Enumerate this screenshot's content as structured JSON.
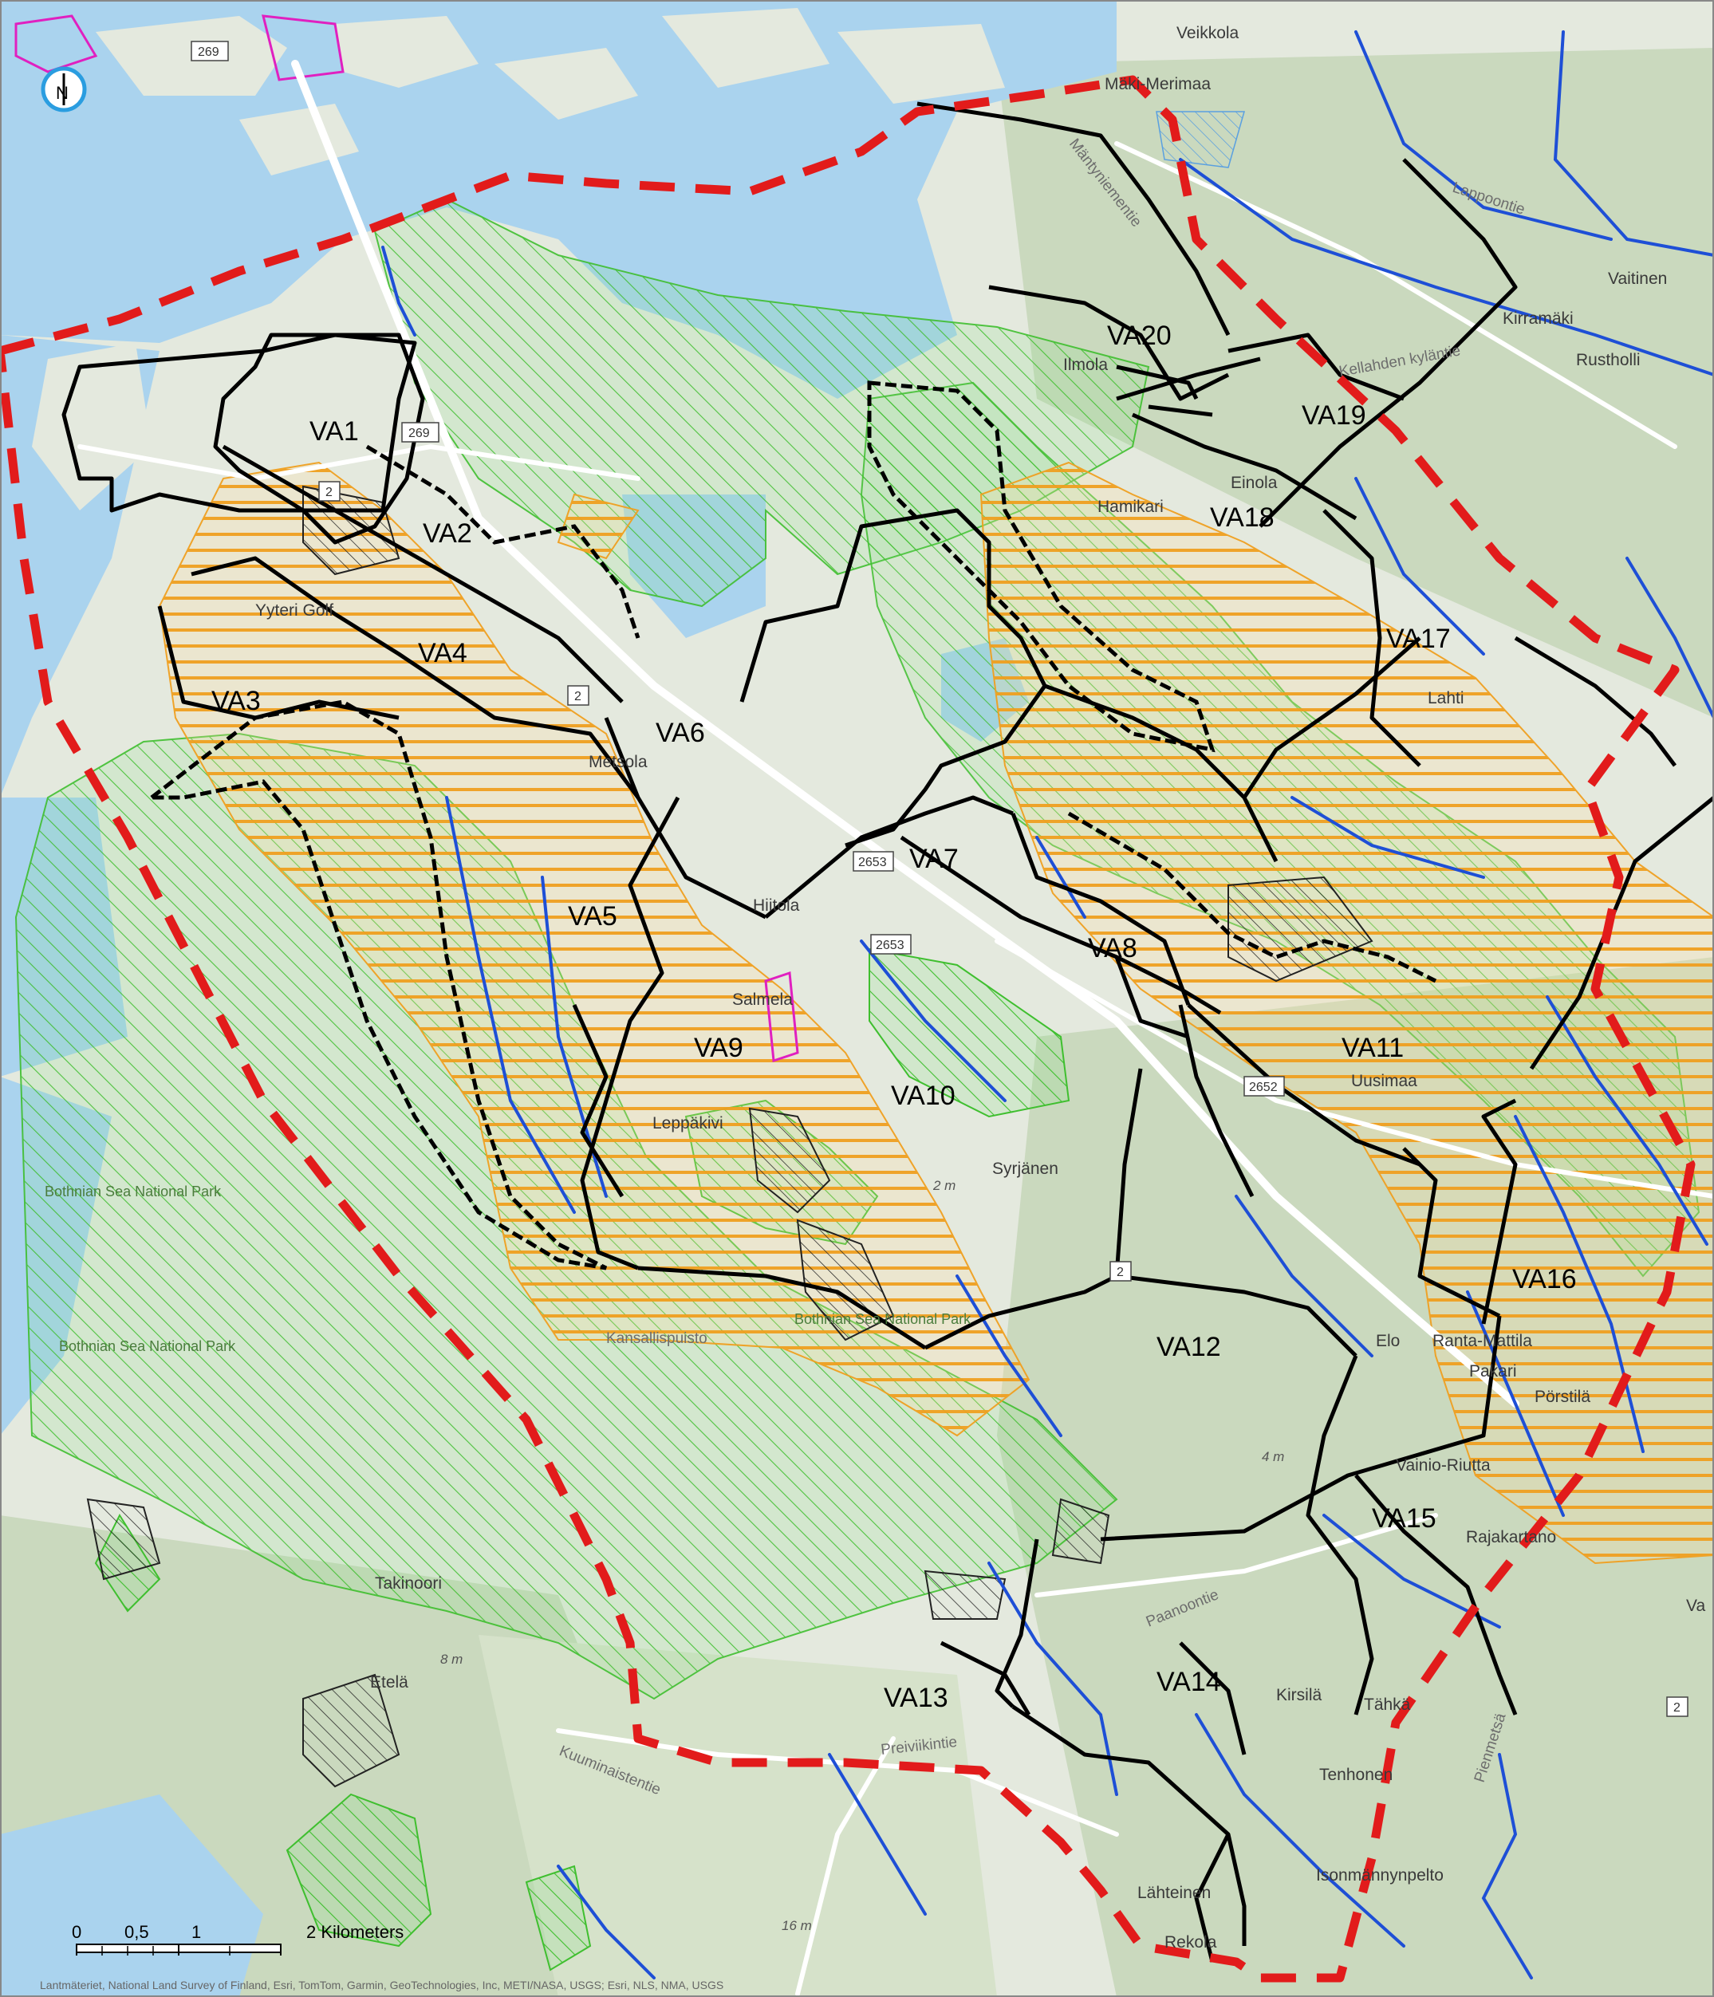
{
  "north_arrow": {
    "label": "N"
  },
  "zones": [
    {
      "id": "va1",
      "label": "VA1"
    },
    {
      "id": "va2",
      "label": "VA2"
    },
    {
      "id": "va3",
      "label": "VA3"
    },
    {
      "id": "va4",
      "label": "VA4"
    },
    {
      "id": "va5",
      "label": "VA5"
    },
    {
      "id": "va6",
      "label": "VA6"
    },
    {
      "id": "va7",
      "label": "VA7"
    },
    {
      "id": "va8",
      "label": "VA8"
    },
    {
      "id": "va9",
      "label": "VA9"
    },
    {
      "id": "va10",
      "label": "VA10"
    },
    {
      "id": "va11",
      "label": "VA11"
    },
    {
      "id": "va12",
      "label": "VA12"
    },
    {
      "id": "va13",
      "label": "VA13"
    },
    {
      "id": "va14",
      "label": "VA14"
    },
    {
      "id": "va15",
      "label": "VA15"
    },
    {
      "id": "va16",
      "label": "VA16"
    },
    {
      "id": "va17",
      "label": "VA17"
    },
    {
      "id": "va18",
      "label": "VA18"
    },
    {
      "id": "va19",
      "label": "VA19"
    },
    {
      "id": "va20",
      "label": "VA20"
    }
  ],
  "places": [
    "Veikkola",
    "Mäki-Merimaa",
    "Vaitinen",
    "Kirramäki",
    "Rustholli",
    "Ilmola",
    "Einola",
    "Hamikari",
    "Lahti",
    "Metsola",
    "Hiitola",
    "Salmela",
    "Leppäkivi",
    "Syrjänen",
    "Uusimaa",
    "Elo",
    "Ranta-Mattila",
    "Pakari",
    "Pörstilä",
    "Vainio-Riutta",
    "Rajakartano",
    "Kirsilä",
    "Tähkä",
    "Tenhonen",
    "Isonmännynpelto",
    "Lähteinen",
    "Rekola",
    "Takinoori",
    "Etelä",
    "Yyteri Golf",
    "Va"
  ],
  "roads": [
    "Lappoontie",
    "Mäntyniementie",
    "Kellahden kyläntie",
    "Paanoontie",
    "Preiviikintie",
    "Kuuminaistentie",
    "Pienmetsä",
    "Kansallispuisto"
  ],
  "road_shields": [
    "269",
    "269",
    "2",
    "2",
    "2653",
    "2653",
    "2652",
    "2",
    "2"
  ],
  "parks": [
    "Bothnian Sea National Park",
    "Bothnian Sea National Park",
    "Bothnian Sea National Park"
  ],
  "elevations": [
    "2 m",
    "4 m",
    "8 m",
    "16 m"
  ],
  "scale_bar": {
    "ticks": [
      "0",
      "0,5",
      "1",
      "2 Kilometers"
    ]
  },
  "attribution": "Lantmäteriet, National Land Survey of Finland, Esri, TomTom, Garmin, GeoTechnologies, Inc, METI/NASA, USGS; Esri, NLS, NMA, USGS",
  "colors": {
    "water": "#aad3ee",
    "land": "#e3e8dd",
    "forest": "#c9d8bd",
    "boundary": "#e21b1b",
    "zone_line": "#000000",
    "green_hatch": "#3fbf2f",
    "orange_hatch": "#f0a020",
    "stream": "#1e4fd6",
    "protected": "#e020c0"
  }
}
